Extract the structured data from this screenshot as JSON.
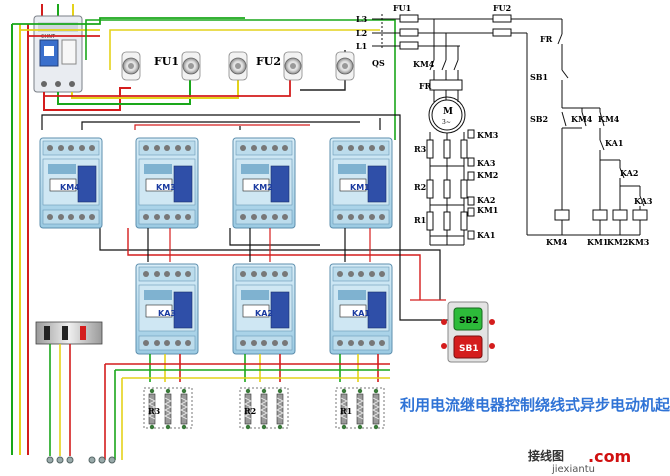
{
  "title": "利用电流继电器控制绕线式异步电动机起动控制线路",
  "watermark": {
    "site_cn": "接线图",
    "site_com": ".com",
    "site_url": "jiexiantu"
  },
  "wiring": {
    "fuse_labels": [
      "FU1",
      "FU2"
    ],
    "contactor_top": [
      "KM4",
      "KM3",
      "KM2",
      "KM1"
    ],
    "relay_bottom": [
      "KA3",
      "KA2",
      "KA1"
    ],
    "resistors": [
      "R3",
      "R2",
      "R1"
    ],
    "buttons": [
      "SB2",
      "SB1"
    ],
    "brand": "CHNT"
  },
  "schematic": {
    "phases": [
      "L3",
      "L2",
      "L1"
    ],
    "qs": "QS",
    "fu1": "FU1",
    "fu2": "FU2",
    "km4": "KM4",
    "fr": "FR",
    "motor": "M",
    "motor_sub": "3~",
    "rotor_res": [
      "R3",
      "R2",
      "R1"
    ],
    "coils_right": [
      "KM3",
      "KA3",
      "KM2",
      "KA2",
      "KM1",
      "KA1"
    ],
    "ctrl": {
      "fr": "FR",
      "sb1": "SB1",
      "sb2": "SB2",
      "km4_a": "KM4",
      "km4_b": "KM4",
      "ka1": "KA1",
      "ka2": "KA2",
      "ka3": "KA3",
      "bottom": [
        "KM4",
        "KM1",
        "KM2",
        "KM3"
      ]
    }
  }
}
